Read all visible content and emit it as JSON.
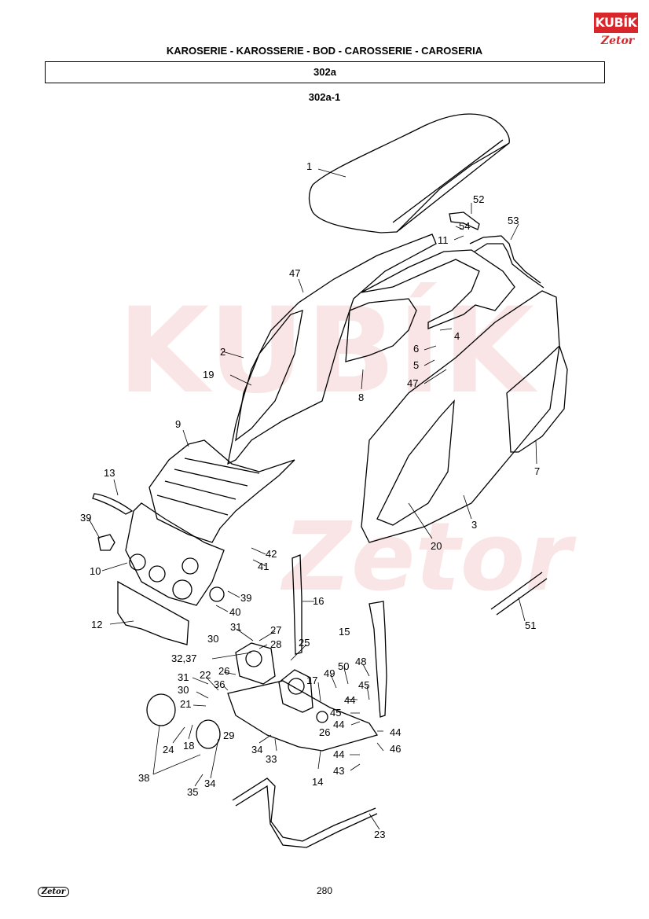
{
  "brand": {
    "logo_text": "KUBÍK",
    "logo_sub": "Zetor",
    "footer_logo": "Zetor",
    "accent_color": "#d8262a"
  },
  "header": {
    "title": "KAROSERIE - KAROSSERIE - BOD   - CAROSSERIE - CAROSERIA",
    "section": "302a",
    "subtitle": "302a-1"
  },
  "watermark": {
    "top": "KUBÍK",
    "middle": "Zetor"
  },
  "callouts": {
    "l1": "1",
    "l52": "52",
    "l53": "53",
    "l54": "54",
    "l11": "11",
    "l47a": "47",
    "l2": "2",
    "l19": "19",
    "l4": "4",
    "l6": "6",
    "l5": "5",
    "l47b": "47",
    "l8": "8",
    "l9": "9",
    "l7": "7",
    "l13": "13",
    "l39a": "39",
    "l3": "3",
    "l10": "10",
    "l20": "20",
    "l42": "42",
    "l41": "41",
    "l39b": "39",
    "l40": "40",
    "l16": "16",
    "l51": "51",
    "l12": "12",
    "l31a": "31",
    "l27": "27",
    "l15": "15",
    "l30a": "30",
    "l28": "28",
    "l25": "25",
    "l48": "48",
    "l3237": "32,37",
    "l50": "50",
    "l26a": "26",
    "l49": "49",
    "l17": "17",
    "l31b": "31",
    "l22": "22",
    "l36": "36",
    "l45a": "45",
    "l30b": "30",
    "l44a": "44",
    "l21": "21",
    "l45b": "45",
    "l29": "29",
    "l44b": "44",
    "l26b": "26",
    "l44c": "44",
    "l24": "24",
    "l18": "18",
    "l34a": "34",
    "l33": "33",
    "l46": "46",
    "l44d": "44",
    "l38": "38",
    "l43": "43",
    "l14": "14",
    "l35": "35",
    "l34b": "34",
    "l23": "23"
  },
  "footer": {
    "page_number": "280"
  }
}
